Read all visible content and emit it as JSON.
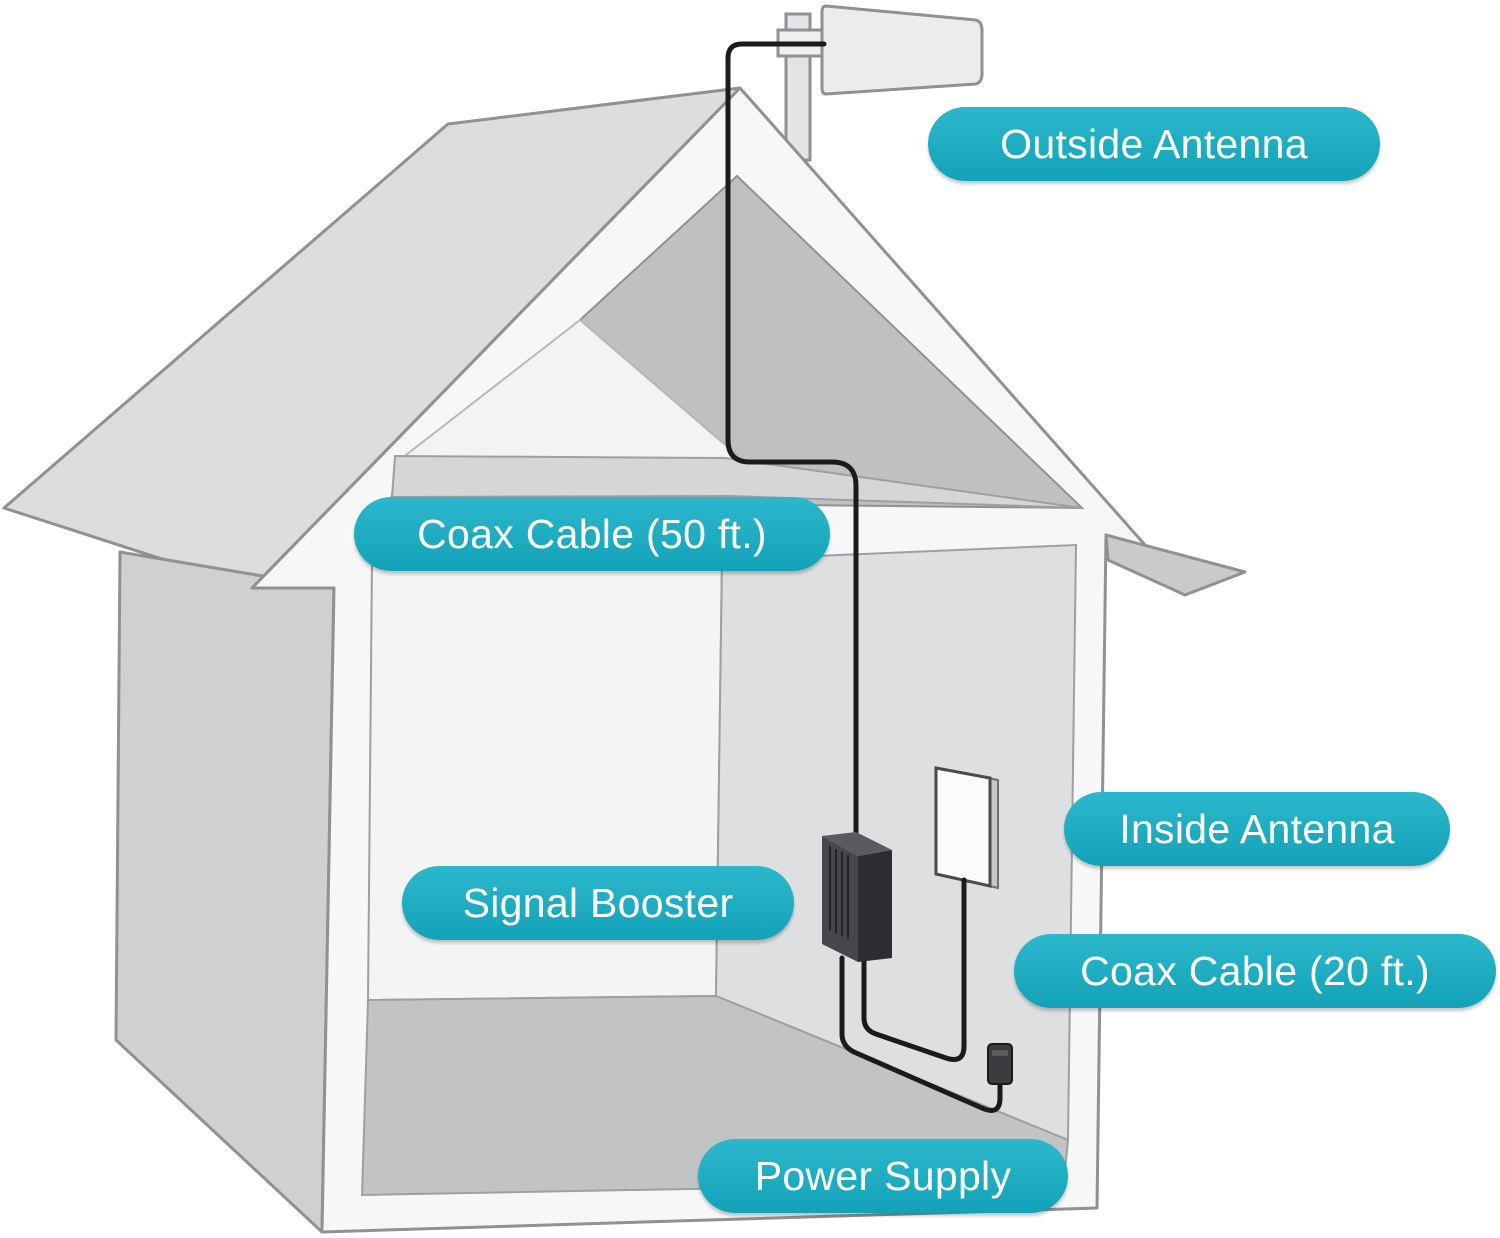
{
  "colors": {
    "label_fill": "#1aa9be",
    "label_text": "#ffffff",
    "house_light": "#d9dadc",
    "house_mid": "#c2c3c5",
    "outline": "#8f9194",
    "cable": "#1b1b1b",
    "booster": "#3c3d40"
  },
  "labels": {
    "outside_antenna": "Outside Antenna",
    "coax_50": "Coax Cable (50 ft.)",
    "inside_antenna": "Inside Antenna",
    "signal_booster": "Signal Booster",
    "coax_20": "Coax Cable (20 ft.)",
    "power_supply": "Power Supply"
  }
}
